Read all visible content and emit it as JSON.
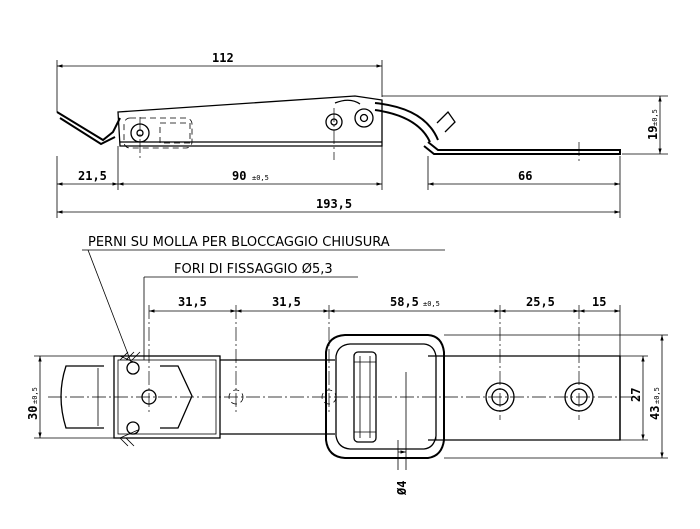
{
  "side_view": {
    "dims": {
      "overall_top": "112",
      "left_segment": "21,5",
      "middle_segment": "90",
      "middle_tol": "±0,5",
      "right_segment": "66",
      "overall_bottom": "193,5",
      "height": "19",
      "height_tol": "±0,5"
    }
  },
  "plan_view": {
    "notes": {
      "spring_pins": "PERNI SU MOLLA PER BLOCCAGGIO CHIUSURA",
      "fixing_holes": "FORI DI FISSAGGIO Ø5,3"
    },
    "dims": {
      "d1": "31,5",
      "d2": "31,5",
      "d3": "58,5",
      "d3_tol": "±0,5",
      "d4": "25,5",
      "d5": "15",
      "width_left": "30",
      "width_left_tol": "±0,5",
      "width_right": "27",
      "overall_width": "43",
      "overall_width_tol": "±0,5",
      "wire_dia": "Ø4"
    }
  }
}
